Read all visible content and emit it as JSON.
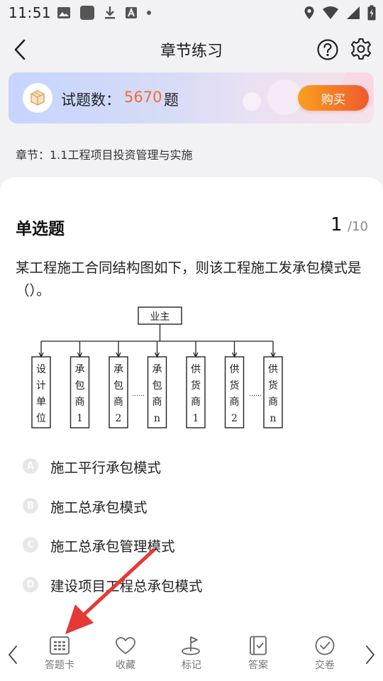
{
  "status_bar": {
    "time": "11:51"
  },
  "header": {
    "title": "章节练习"
  },
  "banner": {
    "label": "试题数：",
    "count": "5670",
    "unit": "题",
    "buy_label": "购买"
  },
  "chapter": {
    "text": "章节：1.1工程项目投资管理与实施"
  },
  "question": {
    "type": "单选题",
    "index": "1",
    "total": "/10",
    "text": "某工程施工合同结构图如下，则该工程施工发承包模式是（）。",
    "diagram": {
      "owner": "业主",
      "boxes": [
        [
          "设",
          "计",
          "单",
          "位"
        ],
        [
          "承",
          "包",
          "商",
          "1"
        ],
        [
          "承",
          "包",
          "商",
          "2"
        ],
        [
          "承",
          "包",
          "商",
          "n"
        ],
        [
          "供",
          "货",
          "商",
          "1"
        ],
        [
          "供",
          "货",
          "商",
          "2"
        ],
        [
          "供",
          "货",
          "商",
          "n"
        ]
      ],
      "ellipsis": "……"
    },
    "options": [
      {
        "letter": "A",
        "text": "施工平行承包模式"
      },
      {
        "letter": "B",
        "text": "施工总承包模式"
      },
      {
        "letter": "C",
        "text": "施工总承包管理模式"
      },
      {
        "letter": "D",
        "text": "建设项目工程总承包模式"
      }
    ]
  },
  "toolbar": {
    "items": [
      {
        "label": "答题卡",
        "icon": "grid-card-icon"
      },
      {
        "label": "收藏",
        "icon": "heart-icon"
      },
      {
        "label": "标记",
        "icon": "flag-icon"
      },
      {
        "label": "答案",
        "icon": "answer-book-icon"
      },
      {
        "label": "交卷",
        "icon": "check-circle-icon"
      }
    ]
  },
  "colors": {
    "accent_orange": "#f26c2e",
    "buy_gradient_start": "#f9a020",
    "buy_gradient_end": "#ef5a2f",
    "annotation_red": "#e53935"
  }
}
